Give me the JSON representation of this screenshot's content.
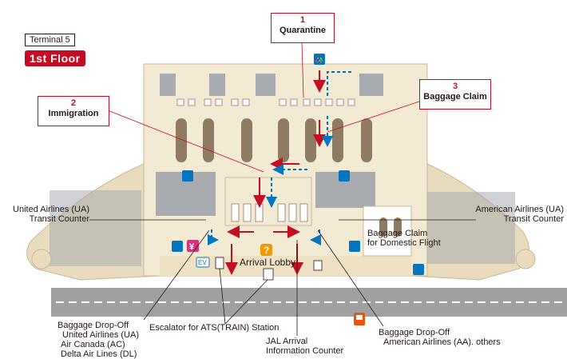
{
  "header": {
    "terminal": "Terminal 5",
    "floor": "1st Floor"
  },
  "callouts": [
    {
      "number": "1",
      "label": "Quarantine"
    },
    {
      "number": "2",
      "label": "Immigration"
    },
    {
      "number": "3",
      "label": "Baggage Claim"
    }
  ],
  "labels": {
    "ua_transit_line1": "United Airlines (UA)",
    "ua_transit_line2": "Transit Counter",
    "aa_transit_line1": "American Airlines (UA)",
    "aa_transit_line2": "Transit Counter",
    "domestic_claim_line1": "Baggage Claim",
    "domestic_claim_line2": "for Domestic Flight",
    "arrival_lobby": "Arrival Lobby",
    "drop_off_left_1": "Baggage Drop-Off",
    "drop_off_left_2": "United Airlines (UA)",
    "drop_off_left_3": "Air Canada (AC)",
    "drop_off_left_4": "Delta Air Lines (DL)",
    "escalator": "Escalator for ATS(TRAIN) Station",
    "jal_line1": "JAL Arrival",
    "jal_line2": "Information Counter",
    "drop_off_right_1": "Baggage Drop-Off",
    "drop_off_right_2": "American Airlines (AA). others"
  },
  "icons": {
    "info_symbol": "?",
    "elevator_symbol": "EV",
    "yen_symbol": "¥"
  },
  "colors": {
    "floor_red": "#c30d23",
    "route_blue": "#0075c2",
    "building_beige": "#f3ead3",
    "blocked_gray": "#a8abb0",
    "carousel_brown": "#8f7a62"
  }
}
